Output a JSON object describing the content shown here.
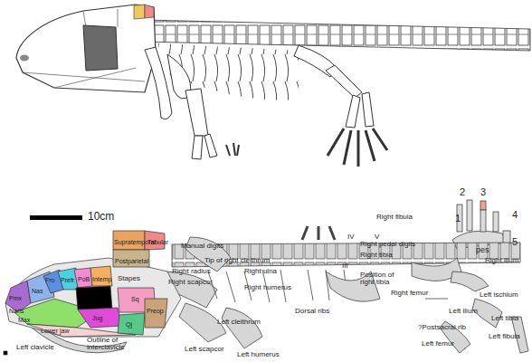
{
  "diagram": {
    "labels": [
      "10cm",
      "Supratemporal",
      "Tabular",
      "Postparietal",
      "Stapes",
      "Manual digits",
      "Tip of right cleithrum",
      "Right radius",
      "Right scapcor",
      "Right ulna",
      "Right humerus",
      "Pmx",
      "Nas",
      "Fro",
      "Prefr",
      "PoB",
      "Intemp",
      "Naris",
      "Max",
      "Lower jaw",
      "Jug",
      "Sq",
      "Qj",
      "Preop",
      "1",
      "2",
      "3",
      "4",
      "5",
      "pes",
      "IV",
      "V",
      "III",
      "Right fibula",
      "Right pedal digits",
      "Right tibia",
      "Position of right tibia",
      "Right femur",
      "Right ilium",
      "Left ischium",
      "Left tibia",
      "Left ilium",
      "Left fibula",
      "?Postsacral rib",
      "Left femur",
      "Dorsal ribs",
      "Left cleithrum",
      "Left clavicle",
      "Outline of interclavicle",
      "Left scapcor",
      "Left humerus"
    ]
  }
}
